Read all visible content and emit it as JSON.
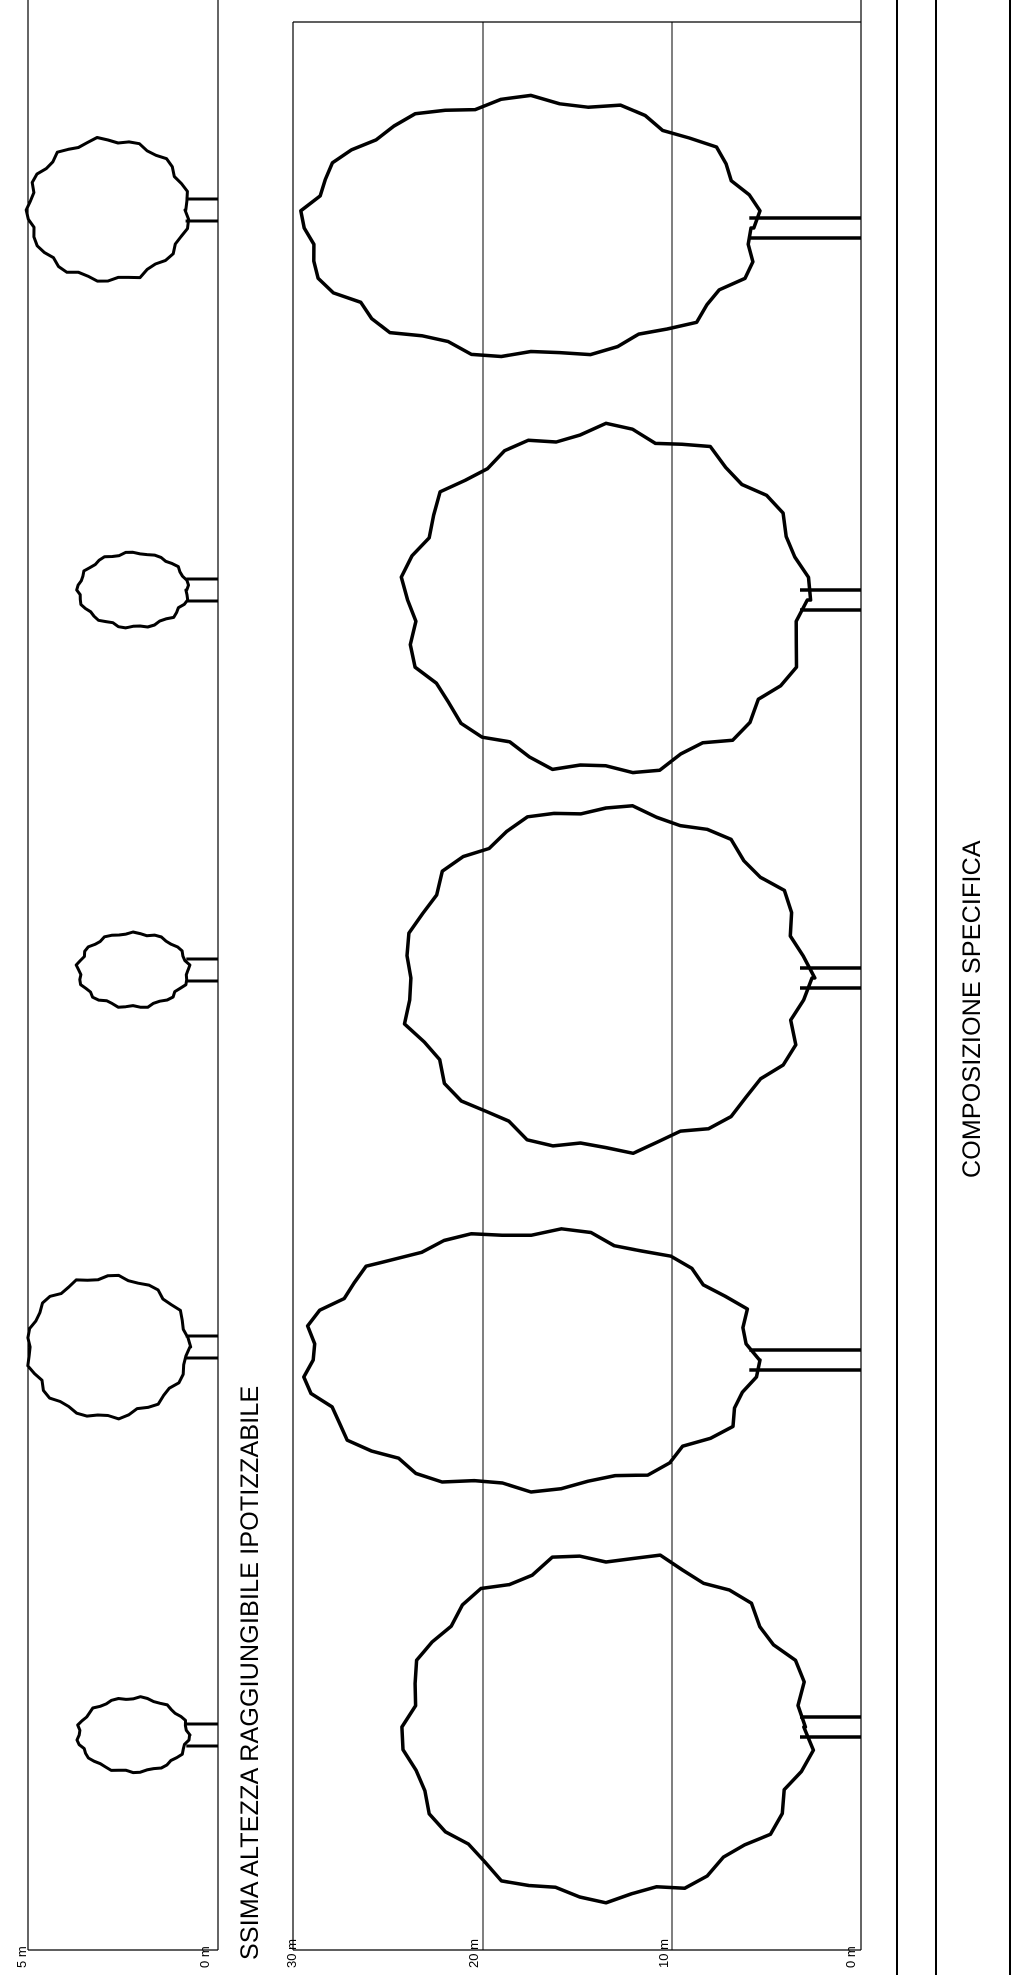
{
  "title_main": "SSIMA ALTEZZA RAGGIUNGIBILE IPOTIZZABILE",
  "title_composition": "COMPOSIZIONE SPECIFICA",
  "small_panel": {
    "scale_min_label": "0 m",
    "scale_max_label": "5 m"
  },
  "large_panel": {
    "tick_labels": [
      "0 m",
      "10 m",
      "20 m",
      "30 m"
    ]
  },
  "line_color": "#000000",
  "tree_icon": "tree-icon"
}
